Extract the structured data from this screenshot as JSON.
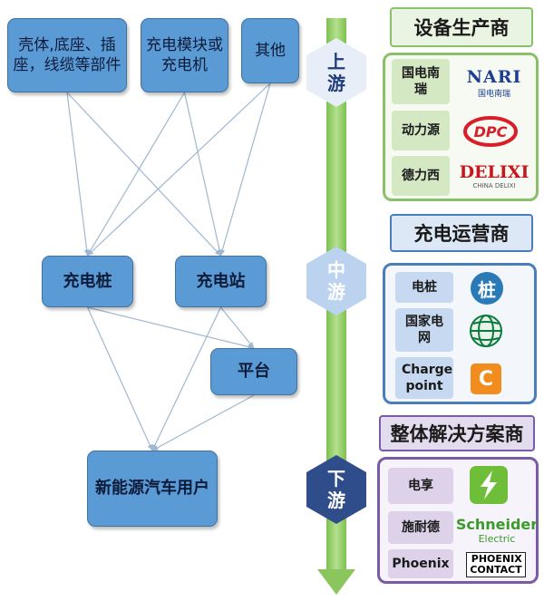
{
  "flow": {
    "nodes": [
      {
        "id": "parts",
        "label": "壳体,底座、插座，线缆等部件"
      },
      {
        "id": "module",
        "label": "充电模块或充电机"
      },
      {
        "id": "other",
        "label": "其他"
      },
      {
        "id": "pile",
        "label": "充电桩"
      },
      {
        "id": "station",
        "label": "充电站"
      },
      {
        "id": "platform",
        "label": "平台"
      },
      {
        "id": "user",
        "label": "新能源汽车用户"
      }
    ],
    "edges": [
      [
        "parts",
        "pile"
      ],
      [
        "parts",
        "station"
      ],
      [
        "module",
        "pile"
      ],
      [
        "module",
        "station"
      ],
      [
        "other",
        "pile"
      ],
      [
        "other",
        "station"
      ],
      [
        "pile",
        "platform"
      ],
      [
        "pile",
        "user"
      ],
      [
        "station",
        "platform"
      ],
      [
        "station",
        "user"
      ],
      [
        "platform",
        "user"
      ]
    ]
  },
  "stages": {
    "upstream": {
      "label": "上游",
      "title": "设备生产商",
      "companies": [
        {
          "name": "国电南瑞",
          "logo": "NARI"
        },
        {
          "name": "动力源",
          "logo": "DPC"
        },
        {
          "name": "德力西",
          "logo": "DELIXI"
        }
      ]
    },
    "midstream": {
      "label": "中游",
      "title": "充电运营商",
      "companies": [
        {
          "name": "电桩",
          "logo": "桩"
        },
        {
          "name": "国家电网",
          "logo": "state-grid-globe"
        },
        {
          "name": "Charge point",
          "logo": "C"
        }
      ]
    },
    "downstream": {
      "label": "下游",
      "title": "整体解决方案商",
      "companies": [
        {
          "name": "电享",
          "logo": "lightning-plug"
        },
        {
          "name": "施耐德",
          "logo": "Schneider"
        },
        {
          "name": "Phoenix",
          "logo": "PHOENIX CONTACT"
        }
      ]
    }
  },
  "logo_text": {
    "nari": "NARI",
    "nari_sub": "国电南瑞",
    "delixi": "DELIXI",
    "delixi_sub": "CHINA DELIXI",
    "pile": "桩",
    "cp": "C",
    "schneider": "Schneider",
    "schneider_sub": "Electric",
    "phoenix": "PHOENIX",
    "phoenix_sub": "CONTACT"
  },
  "colors": {
    "node": "#5b9bd5",
    "upstream": "#8ac06a",
    "midstream": "#4a7ebb",
    "downstream": "#7a5ba6",
    "axis": "#8bc55e"
  }
}
